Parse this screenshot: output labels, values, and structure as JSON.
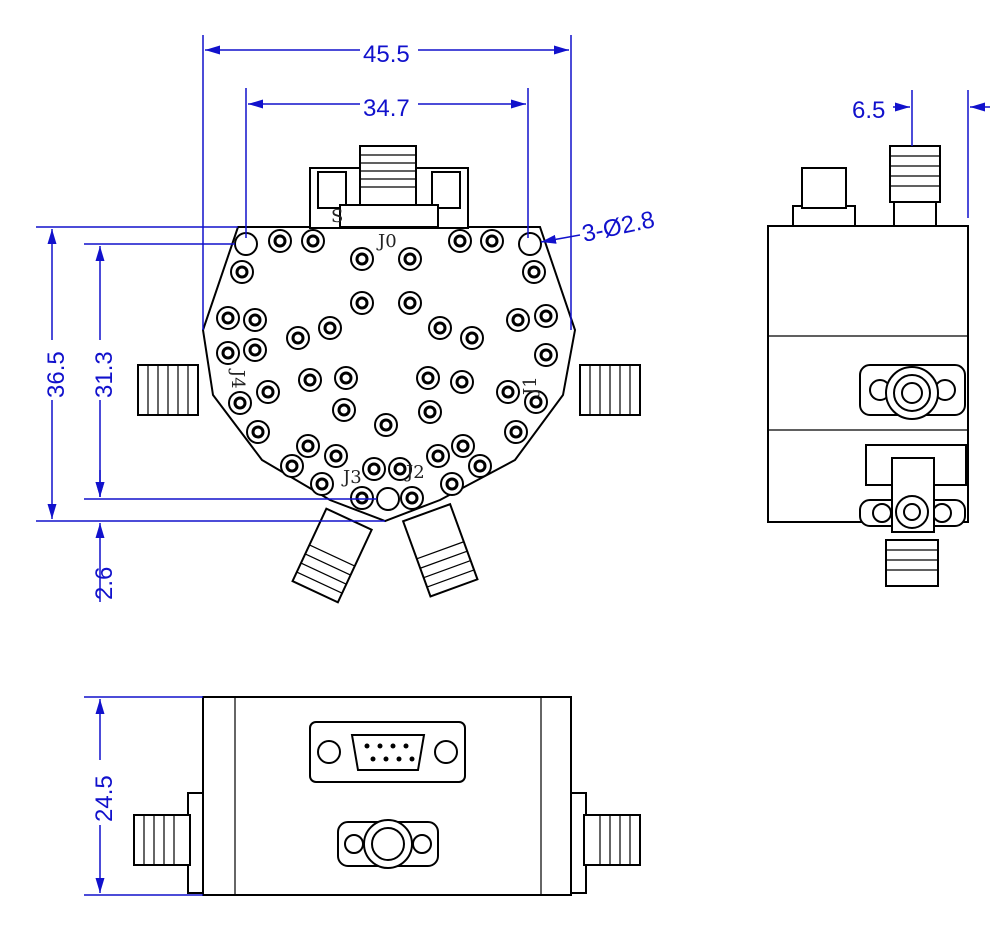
{
  "dimensions": {
    "overall_width": "45.5",
    "hole_spacing": "34.7",
    "mounting_holes": "3-Ø2.8",
    "connector_offset": "6.5",
    "overall_height": "36.5",
    "hole_height": "31.3",
    "hole_offset": "2.6",
    "body_thickness": "24.5"
  },
  "port_labels": {
    "j0": "J0",
    "j1": "J1",
    "j2": "J2",
    "j3": "J3",
    "j4": "J4",
    "control": "S"
  },
  "colors": {
    "dimension": "#1111cc",
    "ink": "#000000"
  }
}
